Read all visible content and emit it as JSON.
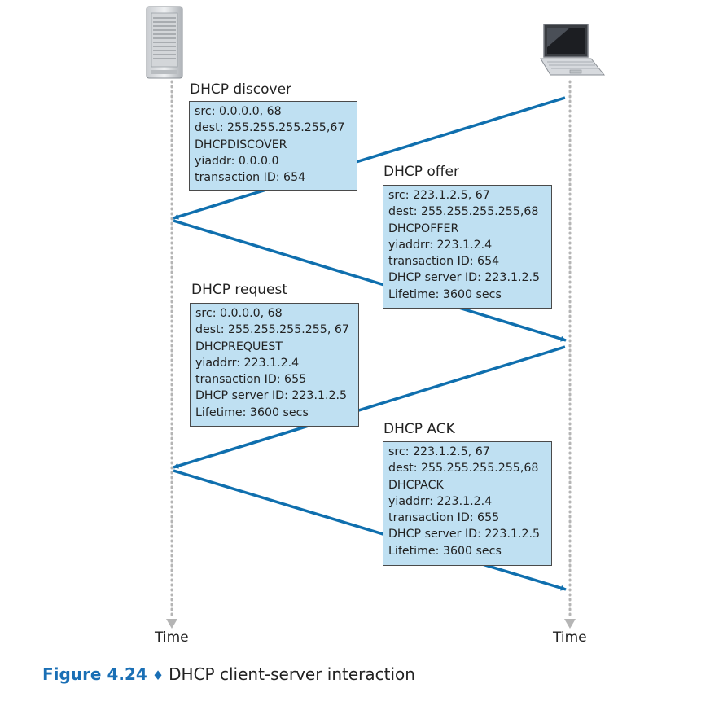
{
  "messages": [
    {
      "title": "DHCP discover",
      "lines": [
        "src: 0.0.0.0, 68",
        "dest: 255.255.255.255,67",
        "DHCPDISCOVER",
        "yiaddr: 0.0.0.0",
        "transaction ID: 654"
      ]
    },
    {
      "title": "DHCP offer",
      "lines": [
        "src: 223.1.2.5, 67",
        "dest: 255.255.255.255,68",
        "DHCPOFFER",
        "yiaddrr: 223.1.2.4",
        "transaction ID: 654",
        "DHCP server ID: 223.1.2.5",
        "Lifetime: 3600 secs"
      ]
    },
    {
      "title": "DHCP request",
      "lines": [
        "src: 0.0.0.0, 68",
        "dest: 255.255.255.255, 67",
        "DHCPREQUEST",
        "yiaddrr: 223.1.2.4",
        "transaction ID: 655",
        "DHCP server ID: 223.1.2.5",
        "Lifetime: 3600 secs"
      ]
    },
    {
      "title": "DHCP ACK",
      "lines": [
        "src: 223.1.2.5, 67",
        "dest: 255.255.255.255,68",
        "DHCPACK",
        "yiaddrr: 223.1.2.4",
        "transaction ID: 655",
        "DHCP server ID: 223.1.2.5",
        "Lifetime: 3600 secs"
      ]
    }
  ],
  "timeline": {
    "left_label": "Time",
    "right_label": "Time"
  },
  "icons": {
    "left": "server-icon",
    "right": "laptop-icon"
  },
  "caption": {
    "figure": "Figure 4.24",
    "separator": "♦",
    "text": "DHCP client-server interaction"
  },
  "colors": {
    "arrow": "#0f6fae",
    "box_fill": "#bfe0f2",
    "caption_accent": "#1a6fb5"
  }
}
